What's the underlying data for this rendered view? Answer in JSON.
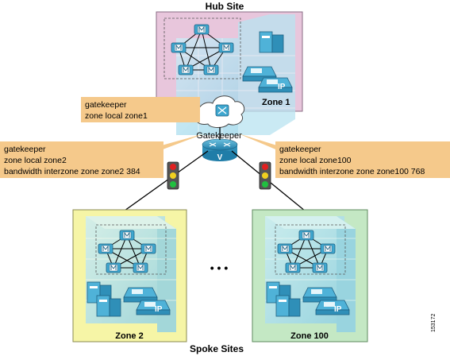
{
  "title_top": "Hub Site",
  "title_bottom": "Spoke Sites",
  "zones": {
    "hub": "Zone 1",
    "spoke_left": "Zone 2",
    "spoke_right": "Zone 100"
  },
  "gatekeeper_label": "Gatekeeper",
  "router_label": "V",
  "ellipsis": "• • •",
  "figure_id": "153172",
  "callouts": {
    "hub": [
      "gatekeeper",
      "zone local zone1"
    ],
    "left": [
      "gatekeeper",
      "zone local zone2",
      "bandwidth interzone zone zone2 384"
    ],
    "right": [
      "gatekeeper",
      "zone local zone100",
      "bandwidth interzone zone zone100 768"
    ]
  },
  "colors": {
    "hub_zone": "#e8c6dc",
    "spoke_left_zone": "#f6f5a6",
    "spoke_right_zone": "#c4e8c4",
    "callout": "#f5c98b",
    "building": "#aee0ef",
    "cloud": "#ffffff",
    "ip_phone": "#3fa7cf"
  }
}
